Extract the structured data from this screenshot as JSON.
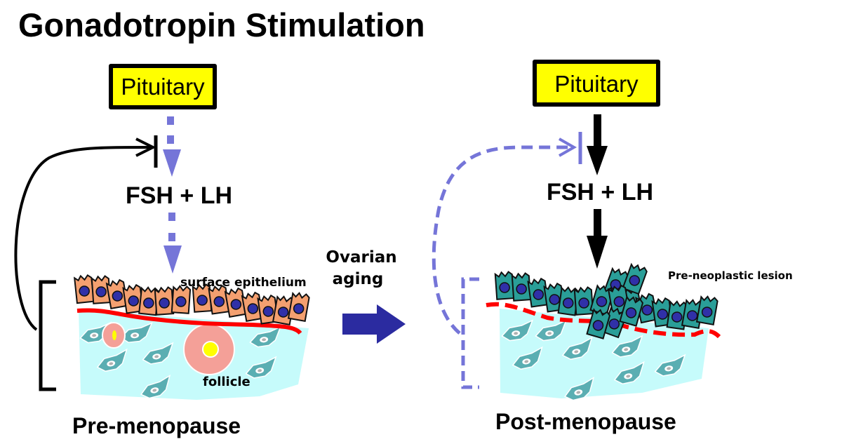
{
  "title": "Gonadotropin Stimulation",
  "colors": {
    "pituitary_fill": "#ffff00",
    "dashed_signal": "#7575d8",
    "ovarian_arrow": "#2b2ba0",
    "pre_cell": "#f4a070",
    "post_cell": "#2a9e98",
    "nucleus": "#3030a8",
    "stroma": "#c6fbfb",
    "stromal_cell": "#5aaeb2",
    "basement_membrane": "#ff0000",
    "follicle": "#f4a098",
    "oocyte": "#ffff00"
  },
  "left_panel": {
    "pituitary_label": "Pituitary",
    "hormone_label": "FSH + LH",
    "signal_style": "dashed (reduced)",
    "feedback": "solid inhibition",
    "epithelium_label": "surface epithelium",
    "follicle_label": "follicle",
    "stage_label": "Pre-menopause"
  },
  "transition": {
    "label_line1": "Ovarian",
    "label_line2": "aging"
  },
  "right_panel": {
    "pituitary_label": "Pituitary",
    "hormone_label": "FSH + LH",
    "signal_style": "solid (elevated)",
    "feedback": "dashed inhibition (lost)",
    "lesion_label": "Pre-neoplastic lesion",
    "stage_label": "Post-menopause"
  }
}
